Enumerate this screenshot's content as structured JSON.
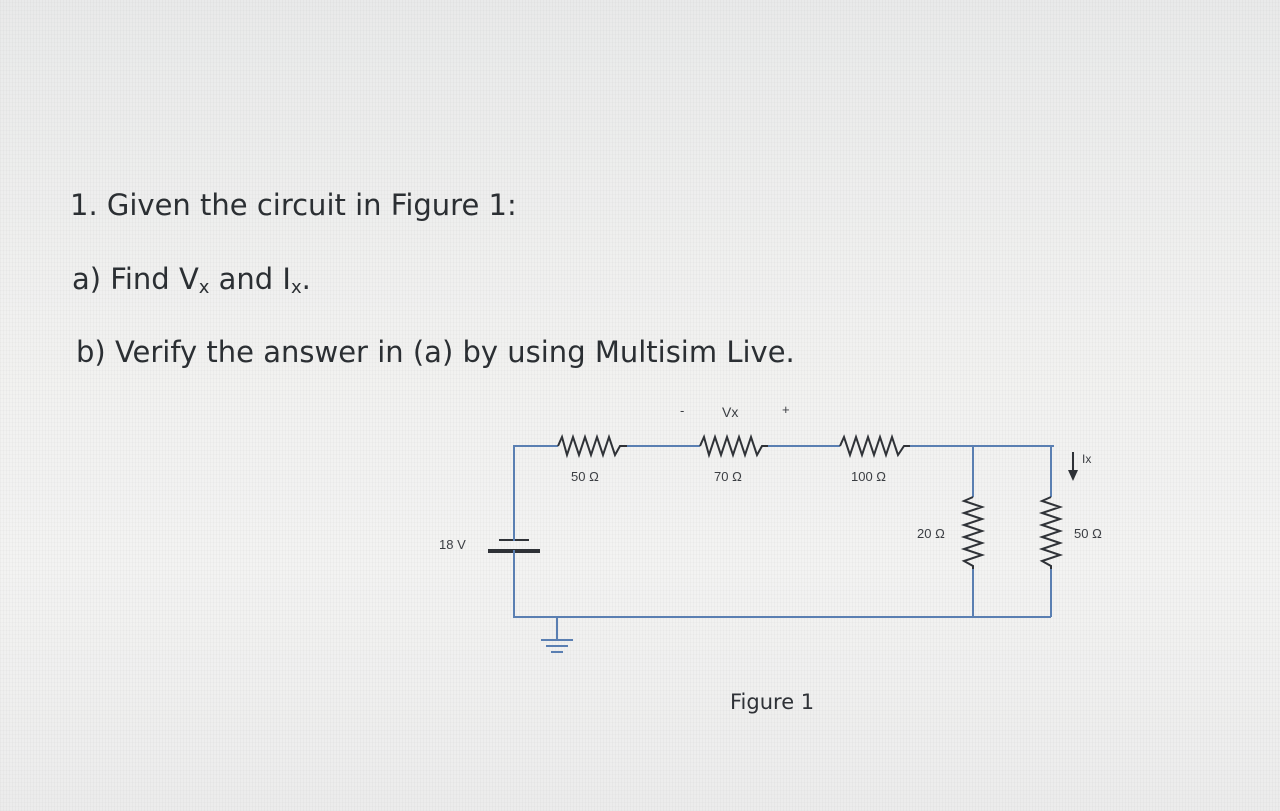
{
  "question": {
    "title": "1. Given the circuit in Figure 1:",
    "part_a": {
      "prefix": "a) Find V",
      "vx_sub": "x",
      "middle": " and I",
      "ix_sub": "x",
      "suffix": "."
    },
    "part_b": "b) Verify the answer in (a) by using Multisim Live."
  },
  "circuit": {
    "source_label": "18 V",
    "vx_label": "Vx",
    "vx_minus": "-",
    "vx_plus": "+",
    "ix_label": "Ix",
    "resistors": [
      {
        "label": "50 Ω"
      },
      {
        "label": "70 Ω"
      },
      {
        "label": "100 Ω"
      },
      {
        "label": "20 Ω"
      },
      {
        "label": "50 Ω"
      }
    ],
    "colors": {
      "wire": "#5a7fb2",
      "component": "#2f3237",
      "text": "#3a3d42"
    }
  },
  "figure_caption": "Figure 1"
}
